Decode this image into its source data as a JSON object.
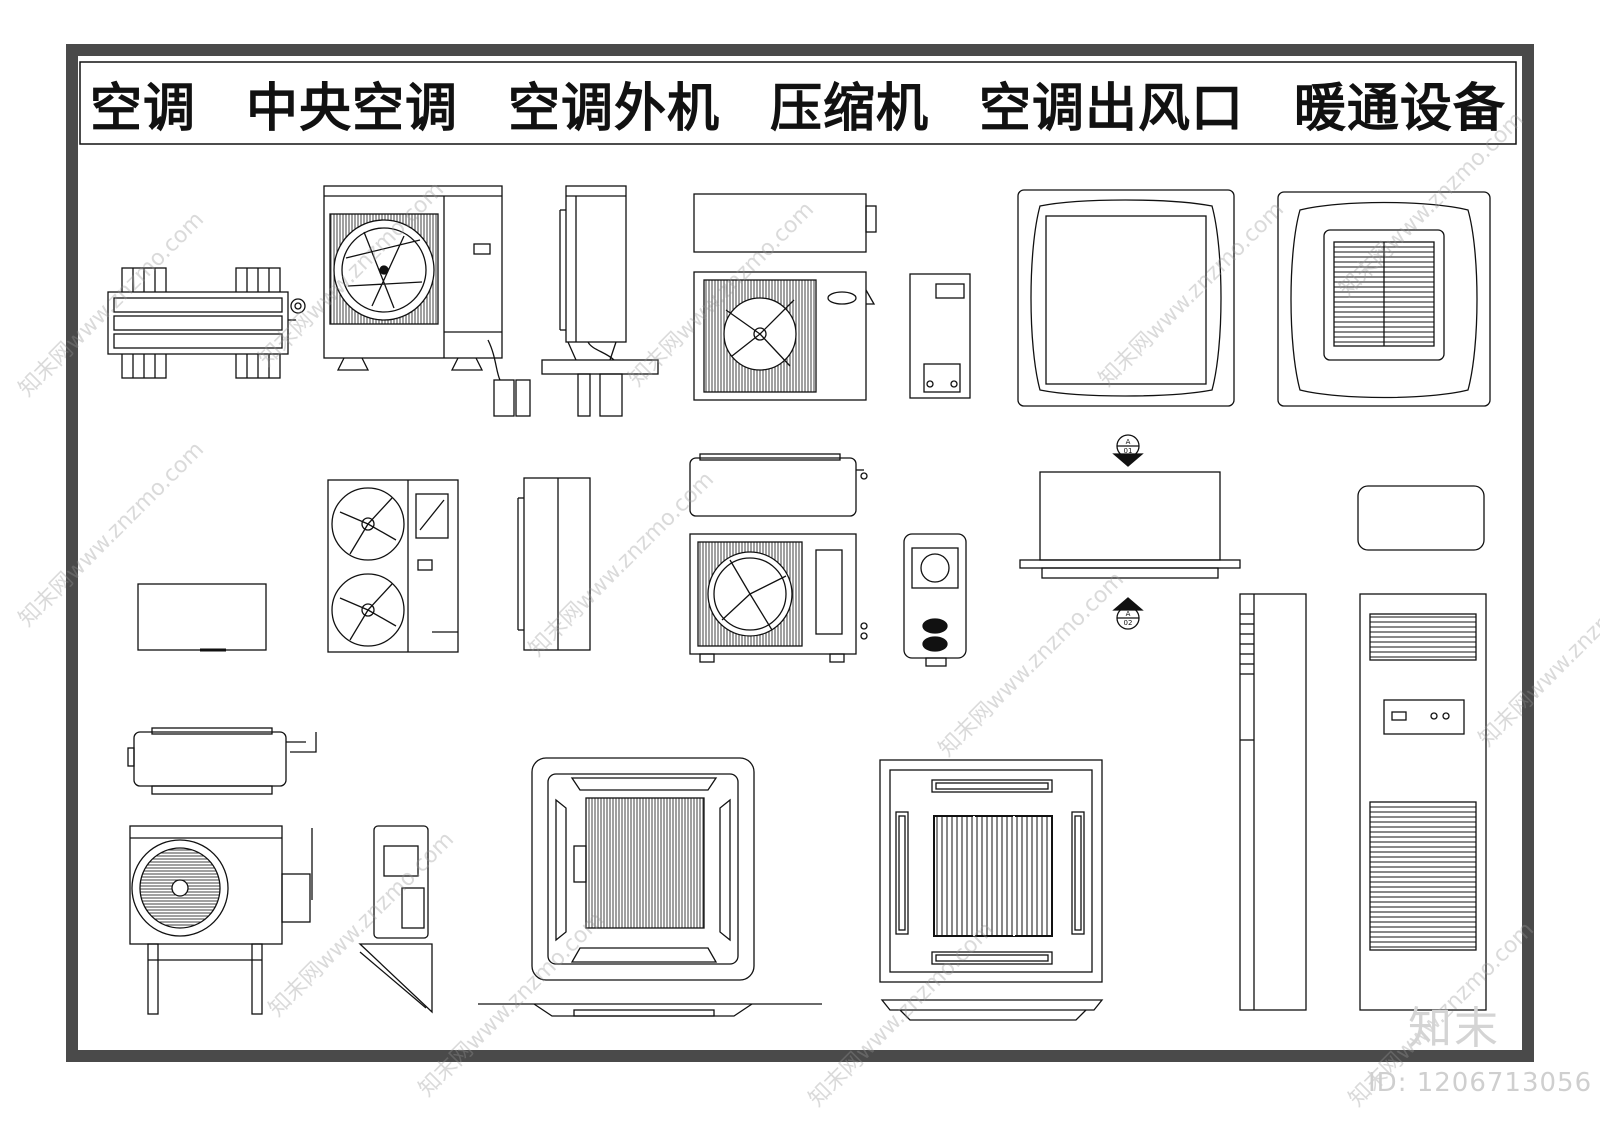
{
  "title_words": [
    "空调",
    "中央空调",
    "空调外机",
    "压缩机",
    "空调出风口",
    "暖通设备"
  ],
  "brand_mark": "知末",
  "image_id": "ID: 1206713056",
  "watermark_text": "知末网www.znzmo.com",
  "section_marks": [
    {
      "letter": "A",
      "number": "01"
    },
    {
      "letter": "A",
      "number": "02"
    }
  ],
  "colors": {
    "frame": "#4a4a4a",
    "line": "#111111",
    "watermark": "#bdbdbd"
  }
}
